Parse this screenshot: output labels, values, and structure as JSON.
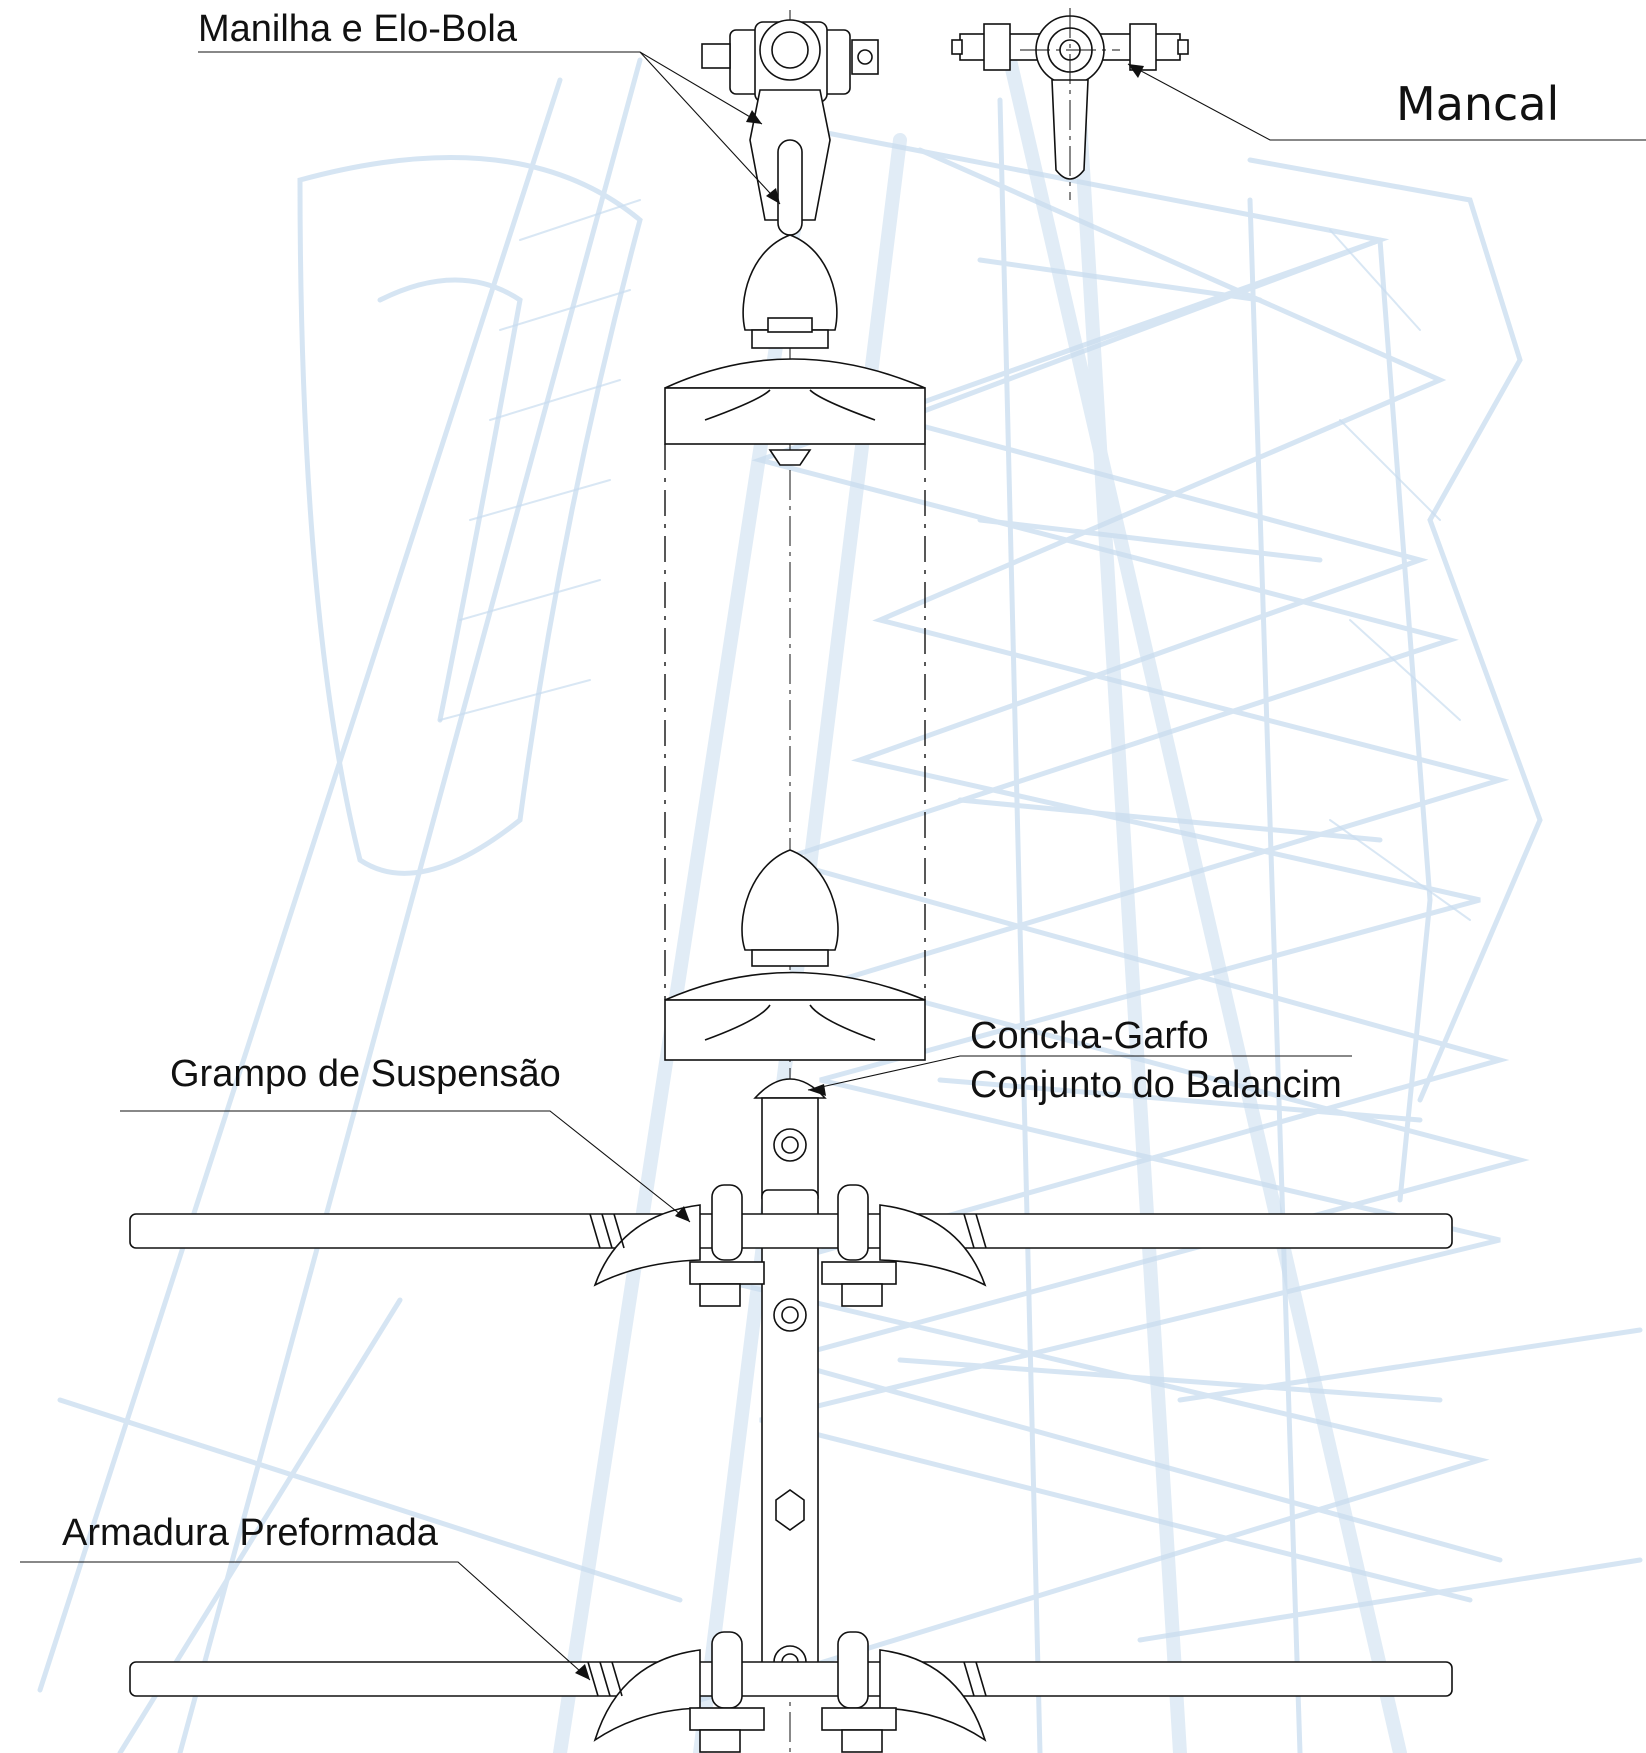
{
  "labels": {
    "shackle": "Manilha e Elo-Bola",
    "bearing": "Mancal",
    "socket_clevis_line1": "Concha-Garfo",
    "socket_clevis_line2": "Conjunto do Balancim",
    "suspension_clamp": "Grampo de Suspensão",
    "armor_rods": "Armadura Preformada"
  },
  "colors": {
    "line_drawing": "#111111",
    "tower_watermark": "#c9ddef",
    "background": "#ffffff"
  }
}
